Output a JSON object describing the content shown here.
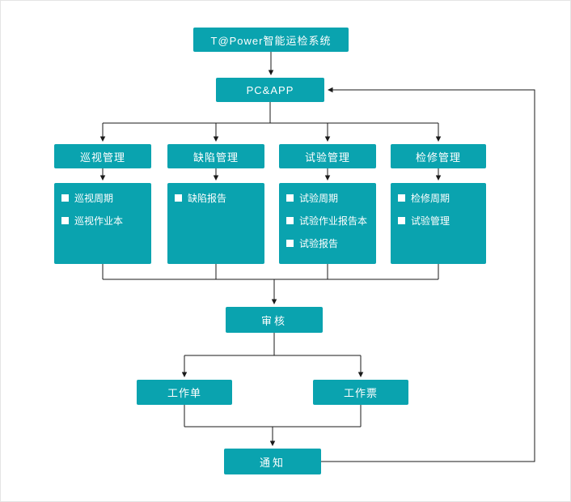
{
  "diagram": {
    "title": "T@Power智能运检系统",
    "platform": "PC&APP",
    "modules": [
      {
        "label": "巡视管理",
        "items": [
          "巡视周期",
          "巡视作业本"
        ]
      },
      {
        "label": "缺陷管理",
        "items": [
          "缺陷报告"
        ]
      },
      {
        "label": "试验管理",
        "items": [
          "试验周期",
          "试验作业报告本",
          "试验报告"
        ]
      },
      {
        "label": "检修管理",
        "items": [
          "检修周期",
          "试验管理"
        ]
      }
    ],
    "review_label": "审核",
    "outputs": [
      {
        "label": "工作单"
      },
      {
        "label": "工作票"
      }
    ],
    "notify_label": "通知"
  },
  "colors": {
    "node_fill": "#0AA3AF",
    "node_text": "#FFFFFF",
    "connector": "#1A1A1A",
    "background": "#FFFFFF"
  },
  "icons": {
    "item_marker": "checkbox-square-icon"
  }
}
